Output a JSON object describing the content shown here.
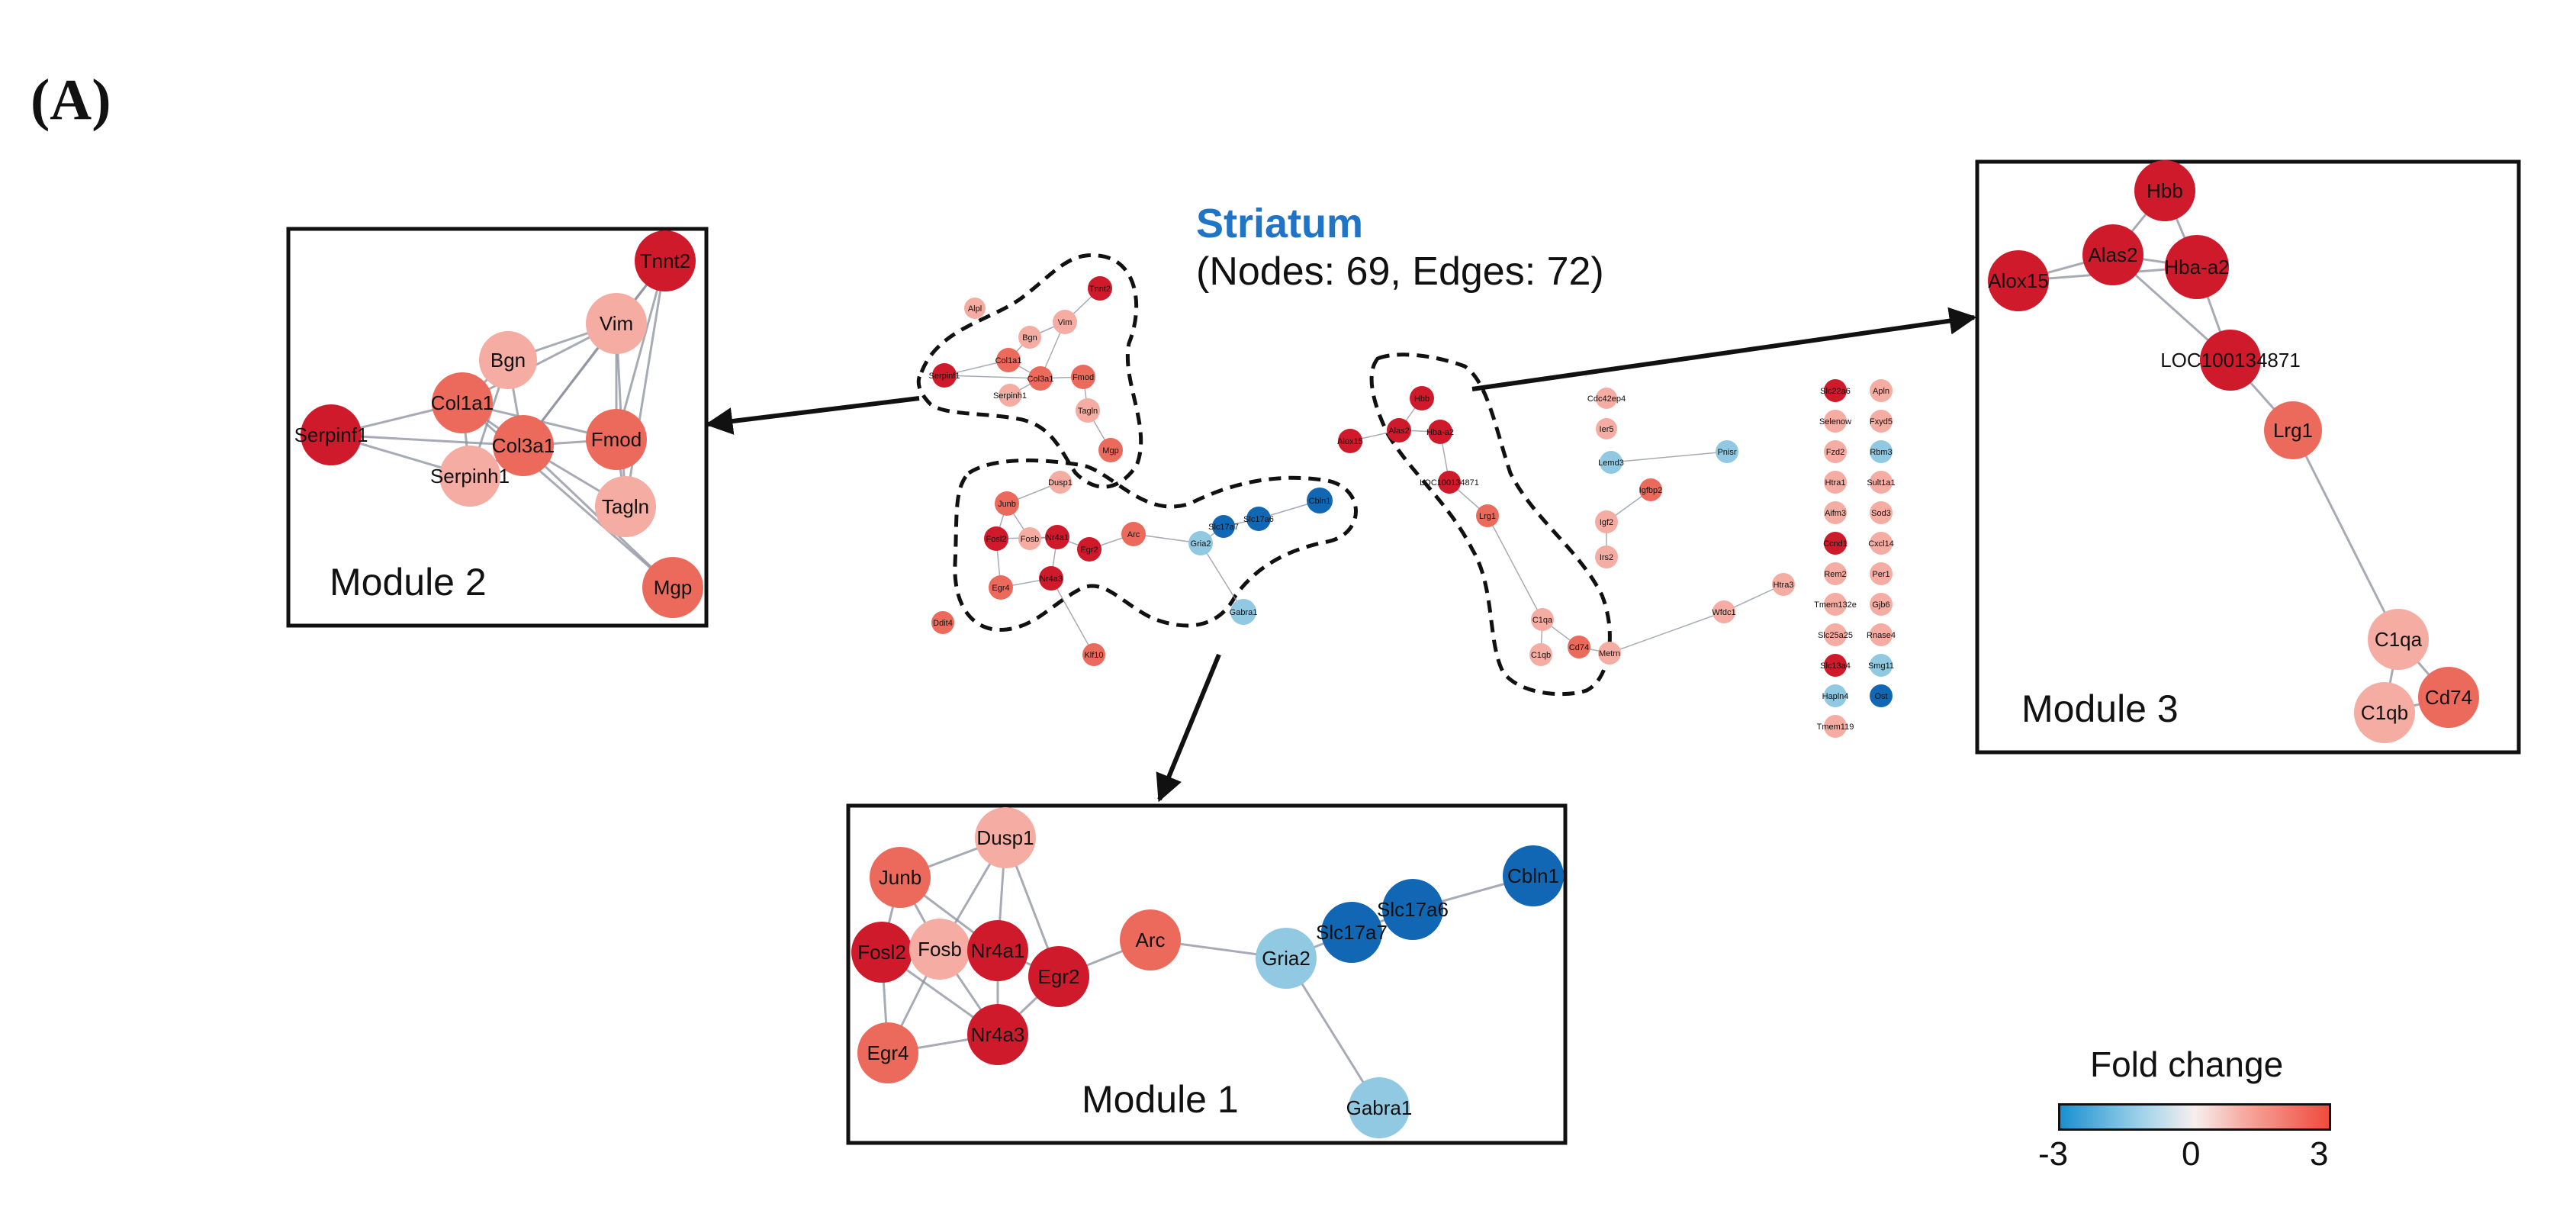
{
  "panel_label": "(A)",
  "overview": {
    "title": "Striatum",
    "subtitle": "(Nodes: 69, Edges: 72)"
  },
  "colors": {
    "up_strong": "#cf1a2b",
    "up_mid": "#ec6a5c",
    "up_light": "#f5aca2",
    "down_strong": "#1267b4",
    "down_light": "#91c8e2",
    "title_blue": "#1f74c6"
  },
  "modules": {
    "module1": {
      "label": "Module 1"
    },
    "module2": {
      "label": "Module 2"
    },
    "module3": {
      "label": "Module 3"
    }
  },
  "legend": {
    "title": "Fold change",
    "ticks": [
      "-3",
      "0",
      "3"
    ]
  },
  "genes": {
    "m1": [
      "Dusp1",
      "Junb",
      "Fosl2",
      "Fosb",
      "Nr4a1",
      "Egr2",
      "Arc",
      "Egr4",
      "Nr4a3",
      "Gria2",
      "Slc17a7",
      "Slc17a6",
      "Cbln1",
      "Gabra1"
    ],
    "m2": [
      "Tnnt2",
      "Vim",
      "Bgn",
      "Col1a1",
      "Serpinf1",
      "Col3a1",
      "Fmod",
      "Serpinh1",
      "Tagln",
      "Mgp"
    ],
    "m3": [
      "Hbb",
      "Alas2",
      "Alox15",
      "Hba-a2",
      "LOC100134871",
      "Lrg1",
      "C1qa",
      "C1qb",
      "Cd74"
    ],
    "small_extra": [
      "Alpl",
      "Ddit4",
      "Klf10",
      "Cdc42ep4",
      "Ier5",
      "Lemd3",
      "Pnisr",
      "Igfbp2",
      "Igf2",
      "Irs2",
      "Wfdc1",
      "Htra3",
      "Metrn",
      "Slc22a6",
      "Apln",
      "Selenow",
      "Fxyd5",
      "Fzd2",
      "Rbm3",
      "Htra1",
      "Sult1a1",
      "Aifm3",
      "Sod3",
      "Ccnd1",
      "Cxcl14",
      "Rem2",
      "Per1",
      "Tmem132e",
      "Gjb6",
      "Slc25a25",
      "Rnase4",
      "Slc13a4",
      "Smg11",
      "Hapln4",
      "Ost",
      "Tmem119"
    ]
  }
}
